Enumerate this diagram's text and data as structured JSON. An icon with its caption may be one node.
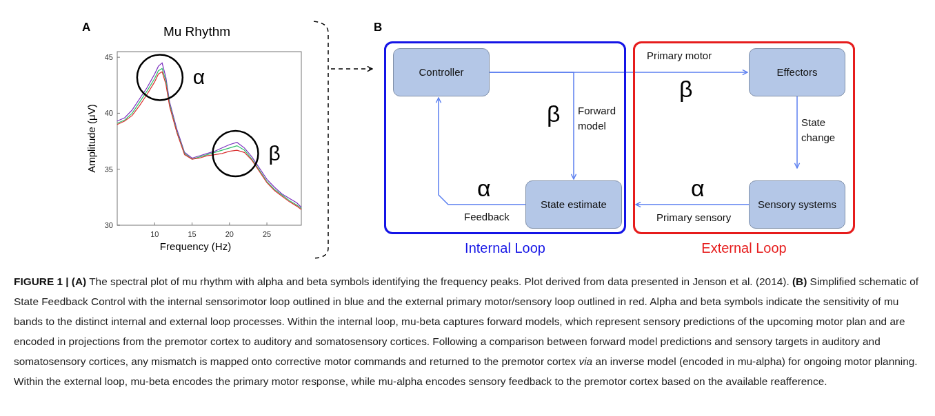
{
  "diagram": {
    "caption": "**FIGURE 1 | (A)** The spectral plot of mu rhythm with alpha and beta symbols identifying the frequency peaks. Plot derived from data presented in Jenson et al. (2014). **(B)** Simplified schematic of State Feedback Control with the internal sensorimotor loop outlined in blue and the external primary motor/sensory loop outlined in red. Alpha and beta symbols indicate the sensitivity of mu bands to the distinct internal and external loop processes. Within the internal loop, mu-beta captures forward models, which represent sensory predictions of the upcoming motor plan and are encoded in projections from the premotor cortex to auditory and somatosensory cortices. Following a comparison between forward model predictions and sensory targets in auditory and somatosensory cortices, any mismatch is mapped onto corrective motor commands and returned to the premotor cortex *via* an inverse model (encoded in mu-alpha) for ongoing motor planning. Within the external loop, mu-beta encodes the primary motor response, while mu-alpha encodes sensory feedback to the premotor cortex based on the available reafference.",
    "nodes": [
      {
        "text": [
          "Internal Loop"
        ]
      },
      {
        "text": [
          "External Loop"
        ]
      },
      {
        "text": [
          "Controller"
        ],
        "in": 0
      },
      {
        "text": [
          "State estimate"
        ],
        "in": 0
      },
      {
        "text": [
          "Effectors"
        ],
        "in": 1
      },
      {
        "text": [
          "Sensory systems"
        ],
        "in": 1
      },
      {
        "text": [],
        "shape": "bracket"
      }
    ],
    "edges": [
      {
        "from": 2,
        "to": 4,
        "arrow": "to",
        "label": "Primary motor"
      },
      {
        "from": 2,
        "to": 3,
        "arrow": "to",
        "label": "Forward model"
      },
      {
        "from": 3,
        "to": 2,
        "arrow": "to",
        "label": "Feedback"
      },
      {
        "from": 4,
        "to": 5,
        "arrow": "to",
        "label": "State change"
      },
      {
        "from": 5,
        "to": 3,
        "arrow": "to",
        "label": "Primary sensory"
      },
      {
        "from": 6,
        "to": 0,
        "arrow": "to",
        "style": "dashed",
        "color": "#000000"
      }
    ],
    "labels": [
      "A",
      "B",
      "β",
      "β",
      "α",
      "α"
    ],
    "chart_data": {
      "type": "line",
      "title": "Mu Rhythm",
      "xlabel": "Frequency (Hz)",
      "ylabel": "Amplitude (μV)",
      "x": [
        5,
        6,
        7,
        8,
        9,
        10,
        10.5,
        11,
        11.5,
        12,
        13,
        14,
        15,
        16,
        17,
        18,
        19,
        20,
        21,
        22,
        23,
        24,
        25,
        26,
        27,
        28,
        29,
        29.6
      ],
      "series": [
        {
          "color": "#7b2fbf",
          "values": [
            39.3,
            39.6,
            40.3,
            41.3,
            42.3,
            43.5,
            44.2,
            44.5,
            43.2,
            41.0,
            38.5,
            36.5,
            36.0,
            36.2,
            36.4,
            36.6,
            36.9,
            37.2,
            37.4,
            36.9,
            36.1,
            35.1,
            34.1,
            33.4,
            32.8,
            32.4,
            32.0,
            31.6
          ]
        },
        {
          "color": "#2fbf6a",
          "values": [
            39.1,
            39.4,
            40.0,
            41.0,
            42.0,
            43.1,
            43.8,
            44.0,
            42.9,
            40.8,
            38.3,
            36.4,
            35.9,
            36.1,
            36.3,
            36.5,
            36.7,
            36.9,
            37.1,
            36.7,
            35.9,
            34.9,
            33.9,
            33.2,
            32.7,
            32.2,
            31.8,
            31.5
          ]
        },
        {
          "color": "#d93030",
          "values": [
            39.0,
            39.3,
            39.8,
            40.7,
            41.7,
            42.8,
            43.5,
            43.7,
            42.6,
            40.6,
            38.2,
            36.3,
            35.9,
            36.0,
            36.2,
            36.3,
            36.4,
            36.6,
            36.7,
            36.5,
            35.8,
            34.8,
            33.8,
            33.1,
            32.6,
            32.1,
            31.7,
            31.4
          ]
        }
      ],
      "xlim": [
        5,
        29.6
      ],
      "ylim": [
        30,
        45.5
      ],
      "xticks": [
        10,
        15,
        20,
        25
      ],
      "yticks": [
        30,
        35,
        40,
        45
      ],
      "annotations": [
        {
          "x": 10.7,
          "y": 43.2,
          "text": "α"
        },
        {
          "x": 20.8,
          "y": 36.4,
          "text": "β"
        }
      ]
    }
  }
}
